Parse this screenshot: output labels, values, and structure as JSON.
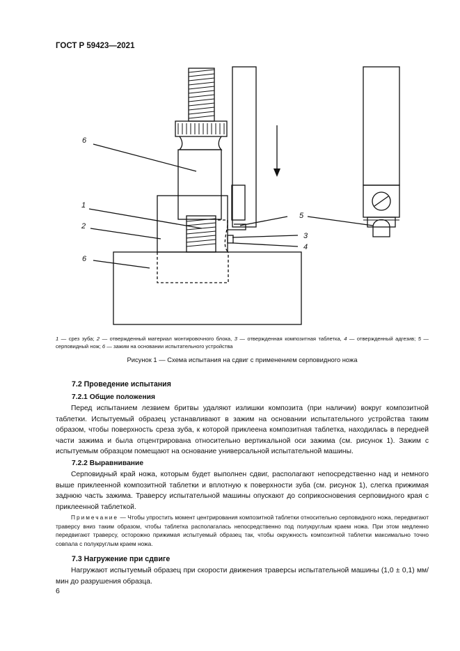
{
  "header": {
    "doc_code": "ГОСТ Р 59423—2021"
  },
  "figure": {
    "labels": [
      "6",
      "1",
      "2",
      "6",
      "5",
      "3",
      "4"
    ],
    "legend": [
      {
        "num": "1",
        "text": " — срез зуба; "
      },
      {
        "num": "2",
        "text": " — отвержденный материал монтировочного блока, "
      },
      {
        "num": "3",
        "text": " — отвержденная композитная таблетка, "
      },
      {
        "num": "4",
        "text": " — отвержденный адгезив; "
      },
      {
        "num": "5",
        "text": " — серповидный нож; "
      },
      {
        "num": "6",
        "text": " — зажим на основании испытательного устройства"
      }
    ],
    "caption": "Рисунок 1 — Схема испытания на сдвиг с применением серповидного ножа"
  },
  "sections": {
    "s72_title": "7.2 Проведение испытания",
    "s721_title": "7.2.1 Общие положения",
    "s721_text": "Перед испытанием лезвием бритвы удаляют излишки композита (при наличии) вокруг композитной таблетки. Испытуемый образец устанавливают в зажим на основании испытательного устройства таким образом, чтобы поверхность среза зуба, к которой приклеена композитная таблетка, находилась в передней части зажима и была отцентрирована относительно вертикальной оси зажима (см. рисунок 1). Зажим с испытуемым образцом помещают на основание универсальной испытательной машины.",
    "s722_title": "7.2.2 Выравнивание",
    "s722_text": "Серповидный край ножа, которым будет выполнен сдвиг, располагают непосредственно над и немного выше приклеенной композитной таблетки и вплотную к поверхности зуба (см. рисунок 1), слегка прижимая заднюю часть зажима. Траверсу испытательной машины опускают до соприкосновения серповидного края с приклеенной таблеткой.",
    "note_label": "Примечание",
    "note_text": " — Чтобы упростить момент центрирования композитной таблетки относительно серповидного ножа, передвигают траверсу вниз таким образом, чтобы таблетка располагалась непосредственно под полукруглым краем ножа. При этом медленно передвигают траверсу, осторожно прижимая испытуемый образец так, чтобы окружность композитной таблетки максимально точно совпала с полукруглым краем ножа.",
    "s73_title": "7.3 Нагружение при сдвиге",
    "s73_text": "Нагружают испытуемый образец при скорости движения траверсы испытательной машины (1,0 ± 0,1) мм/мин до разрушения образца."
  },
  "footer": {
    "page_number": "6"
  }
}
